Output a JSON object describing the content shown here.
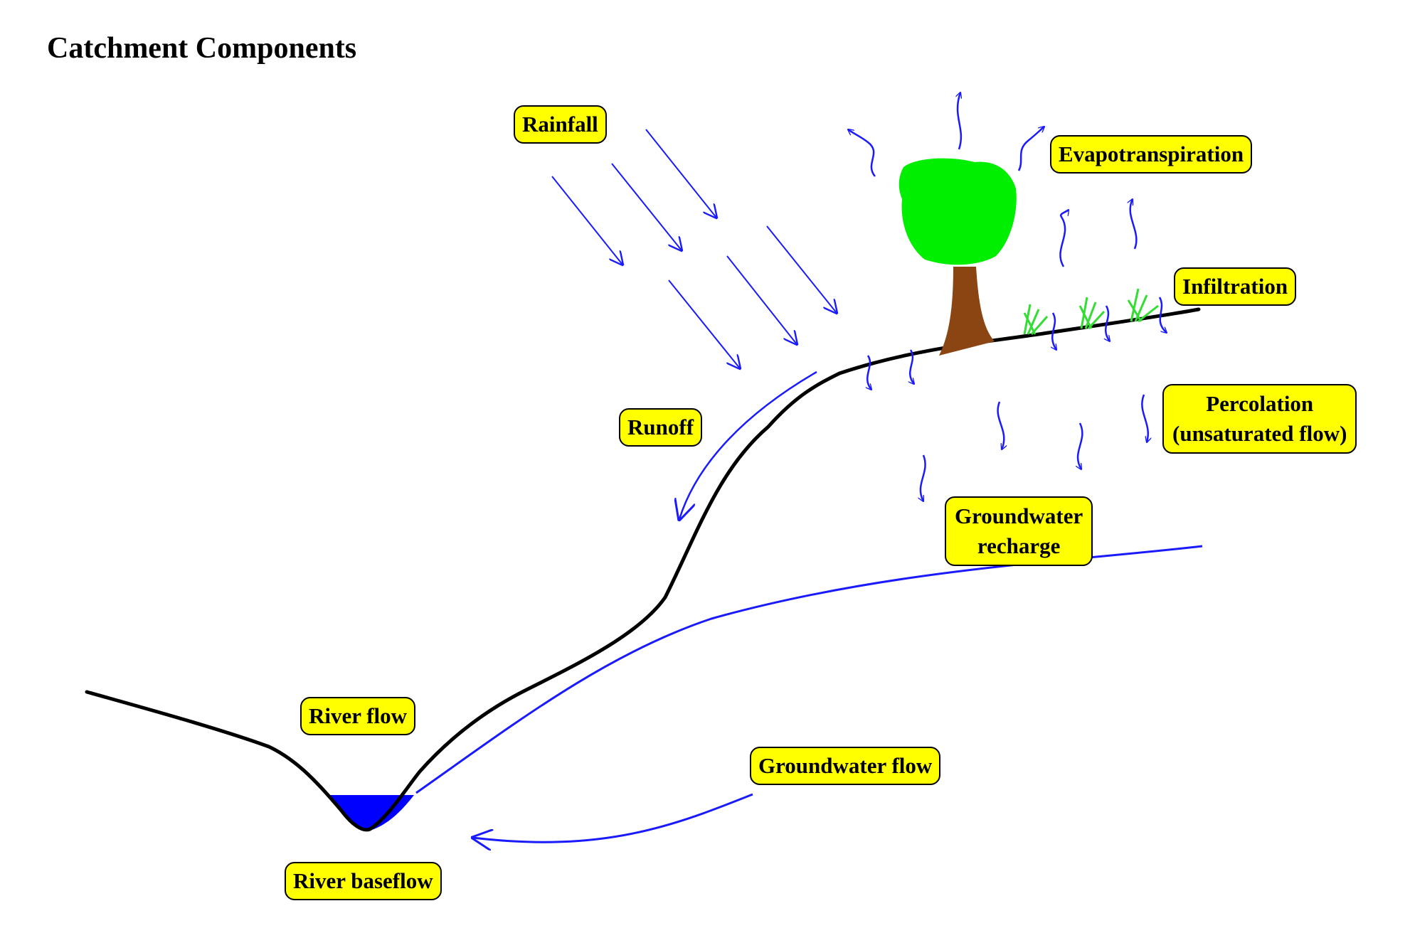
{
  "title": "Catchment Components",
  "labels": {
    "rainfall": "Rainfall",
    "evapotranspiration": "Evapotranspiration",
    "infiltration": "Infiltration",
    "runoff": "Runoff",
    "percolation_line1": "Percolation",
    "percolation_line2": "(unsaturated flow)",
    "groundwater_recharge_line1": "Groundwater",
    "groundwater_recharge_line2": "recharge",
    "river_flow": "River flow",
    "groundwater_flow": "Groundwater flow",
    "river_baseflow": "River baseflow"
  },
  "colors": {
    "label_fill": "#ffff00",
    "arrow": "#1a1aff",
    "ground": "#000000",
    "water": "#0000ff",
    "water_table": "#1a1aff",
    "tree_canopy": "#00ee00",
    "tree_trunk": "#8b4513",
    "grass": "#33dd33"
  }
}
